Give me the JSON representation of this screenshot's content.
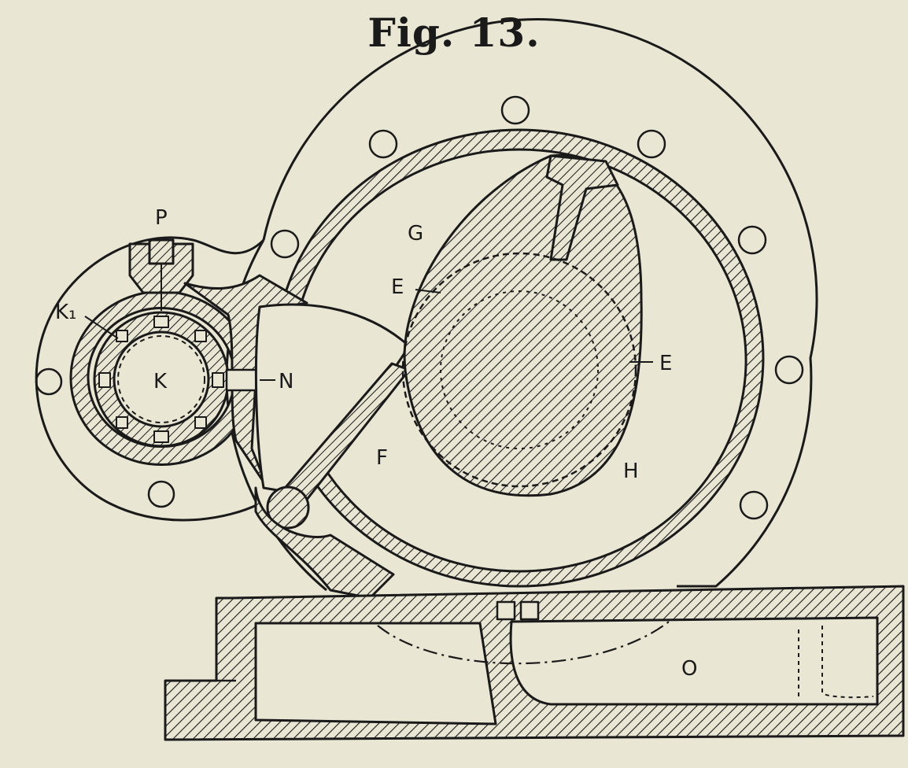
{
  "figure": {
    "title": "Fig. 13.",
    "labels": {
      "P": "P",
      "K1": "K₁",
      "K": "K",
      "N": "N",
      "G": "G",
      "E_upper": "E",
      "E_right": "E",
      "F": "F",
      "H": "H",
      "O": "O"
    }
  },
  "colors": {
    "paper": "#e9e6d4",
    "ink": "#1a1a1a"
  }
}
